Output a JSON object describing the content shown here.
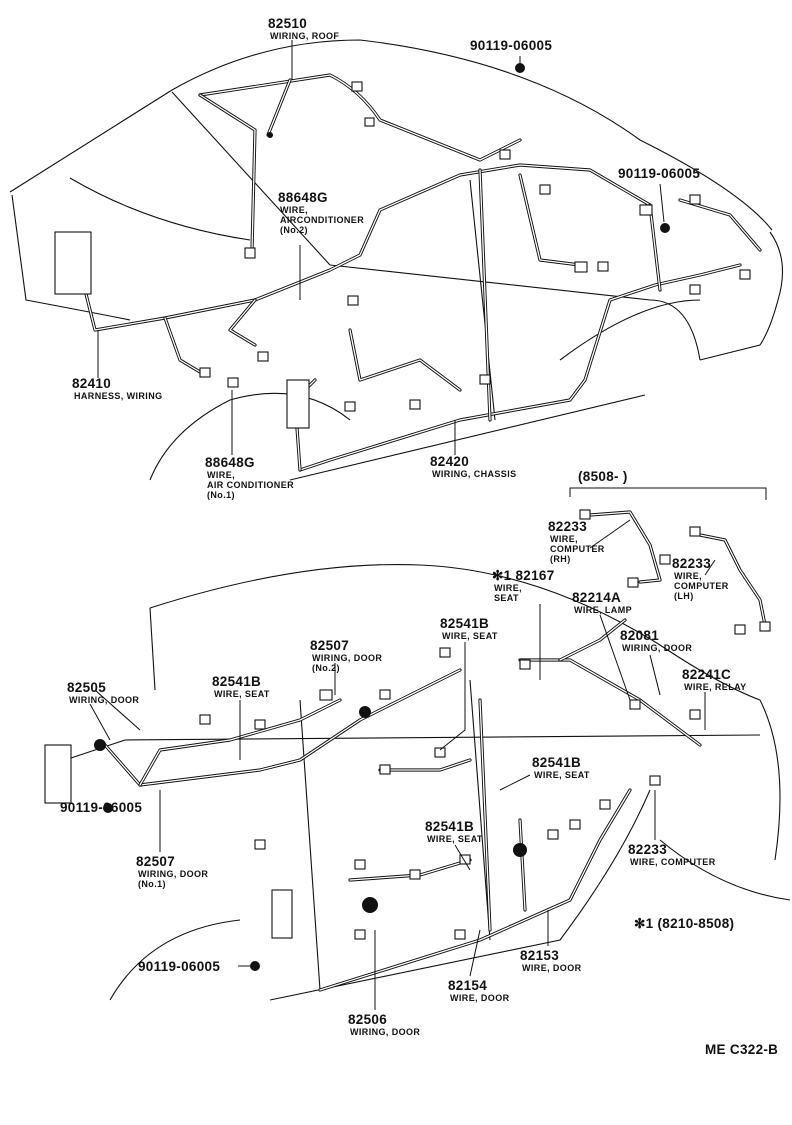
{
  "diagram_code": "ME C322-B",
  "upper": {
    "labels": [
      {
        "key": "roof",
        "number": "82510",
        "name_lines": [
          "WIRING, ROOF"
        ]
      },
      {
        "key": "bolt_top",
        "number": "90119-06005",
        "name_lines": []
      },
      {
        "key": "bolt_right",
        "number": "90119-06005",
        "name_lines": []
      },
      {
        "key": "ac2",
        "number": "88648G",
        "name_lines": [
          "WIRE,",
          "AIRCONDITIONER",
          "(No.2)"
        ]
      },
      {
        "key": "harness",
        "number": "82410",
        "name_lines": [
          "HARNESS, WIRING"
        ]
      },
      {
        "key": "ac1",
        "number": "88648G",
        "name_lines": [
          "WIRE,",
          "AIR CONDITIONER",
          "(No.1)"
        ]
      },
      {
        "key": "chassis",
        "number": "82420",
        "name_lines": [
          "WIRING, CHASSIS"
        ]
      }
    ]
  },
  "lower": {
    "period_bracket": "(8508-        )",
    "footnote": "✻1 (8210-8508)",
    "labels": [
      {
        "key": "computer_rh",
        "number": "82233",
        "name_lines": [
          "WIRE,",
          "COMPUTER",
          "(RH)"
        ]
      },
      {
        "key": "computer_lh",
        "number": "82233",
        "name_lines": [
          "WIRE,",
          "COMPUTER",
          "(LH)"
        ]
      },
      {
        "key": "seat_star",
        "number": "✻1 82167",
        "name_lines": [
          "WIRE,",
          "SEAT"
        ]
      },
      {
        "key": "lamp",
        "number": "82214A",
        "name_lines": [
          "WIRE, LAMP"
        ]
      },
      {
        "key": "door_82081",
        "number": "82081",
        "name_lines": [
          "WIRING, DOOR"
        ]
      },
      {
        "key": "relay",
        "number": "82241C",
        "name_lines": [
          "WIRE, RELAY"
        ]
      },
      {
        "key": "seat_b1",
        "number": "82541B",
        "name_lines": [
          "WIRE, SEAT"
        ]
      },
      {
        "key": "door_no2",
        "number": "82507",
        "name_lines": [
          "WIRING, DOOR",
          "(No.2)"
        ]
      },
      {
        "key": "seat_b2",
        "number": "82541B",
        "name_lines": [
          "WIRE, SEAT"
        ]
      },
      {
        "key": "door_82505",
        "number": "82505",
        "name_lines": [
          "WIRING, DOOR"
        ]
      },
      {
        "key": "seat_b3",
        "number": "82541B",
        "name_lines": [
          "WIRE, SEAT"
        ]
      },
      {
        "key": "seat_b4",
        "number": "82541B",
        "name_lines": [
          "WIRE, SEAT"
        ]
      },
      {
        "key": "bolt_left",
        "number": "90119-06005",
        "name_lines": []
      },
      {
        "key": "door_no1",
        "number": "82507",
        "name_lines": [
          "WIRING, DOOR",
          "(No.1)"
        ]
      },
      {
        "key": "computer",
        "number": "82233",
        "name_lines": [
          "WIRE, COMPUTER"
        ]
      },
      {
        "key": "door_82153",
        "number": "82153",
        "name_lines": [
          "WIRE, DOOR"
        ]
      },
      {
        "key": "door_82154",
        "number": "82154",
        "name_lines": [
          "WIRE, DOOR"
        ]
      },
      {
        "key": "bolt_bottom",
        "number": "90119-06005",
        "name_lines": []
      },
      {
        "key": "door_82506",
        "number": "82506",
        "name_lines": [
          "WIRING, DOOR"
        ]
      }
    ]
  }
}
